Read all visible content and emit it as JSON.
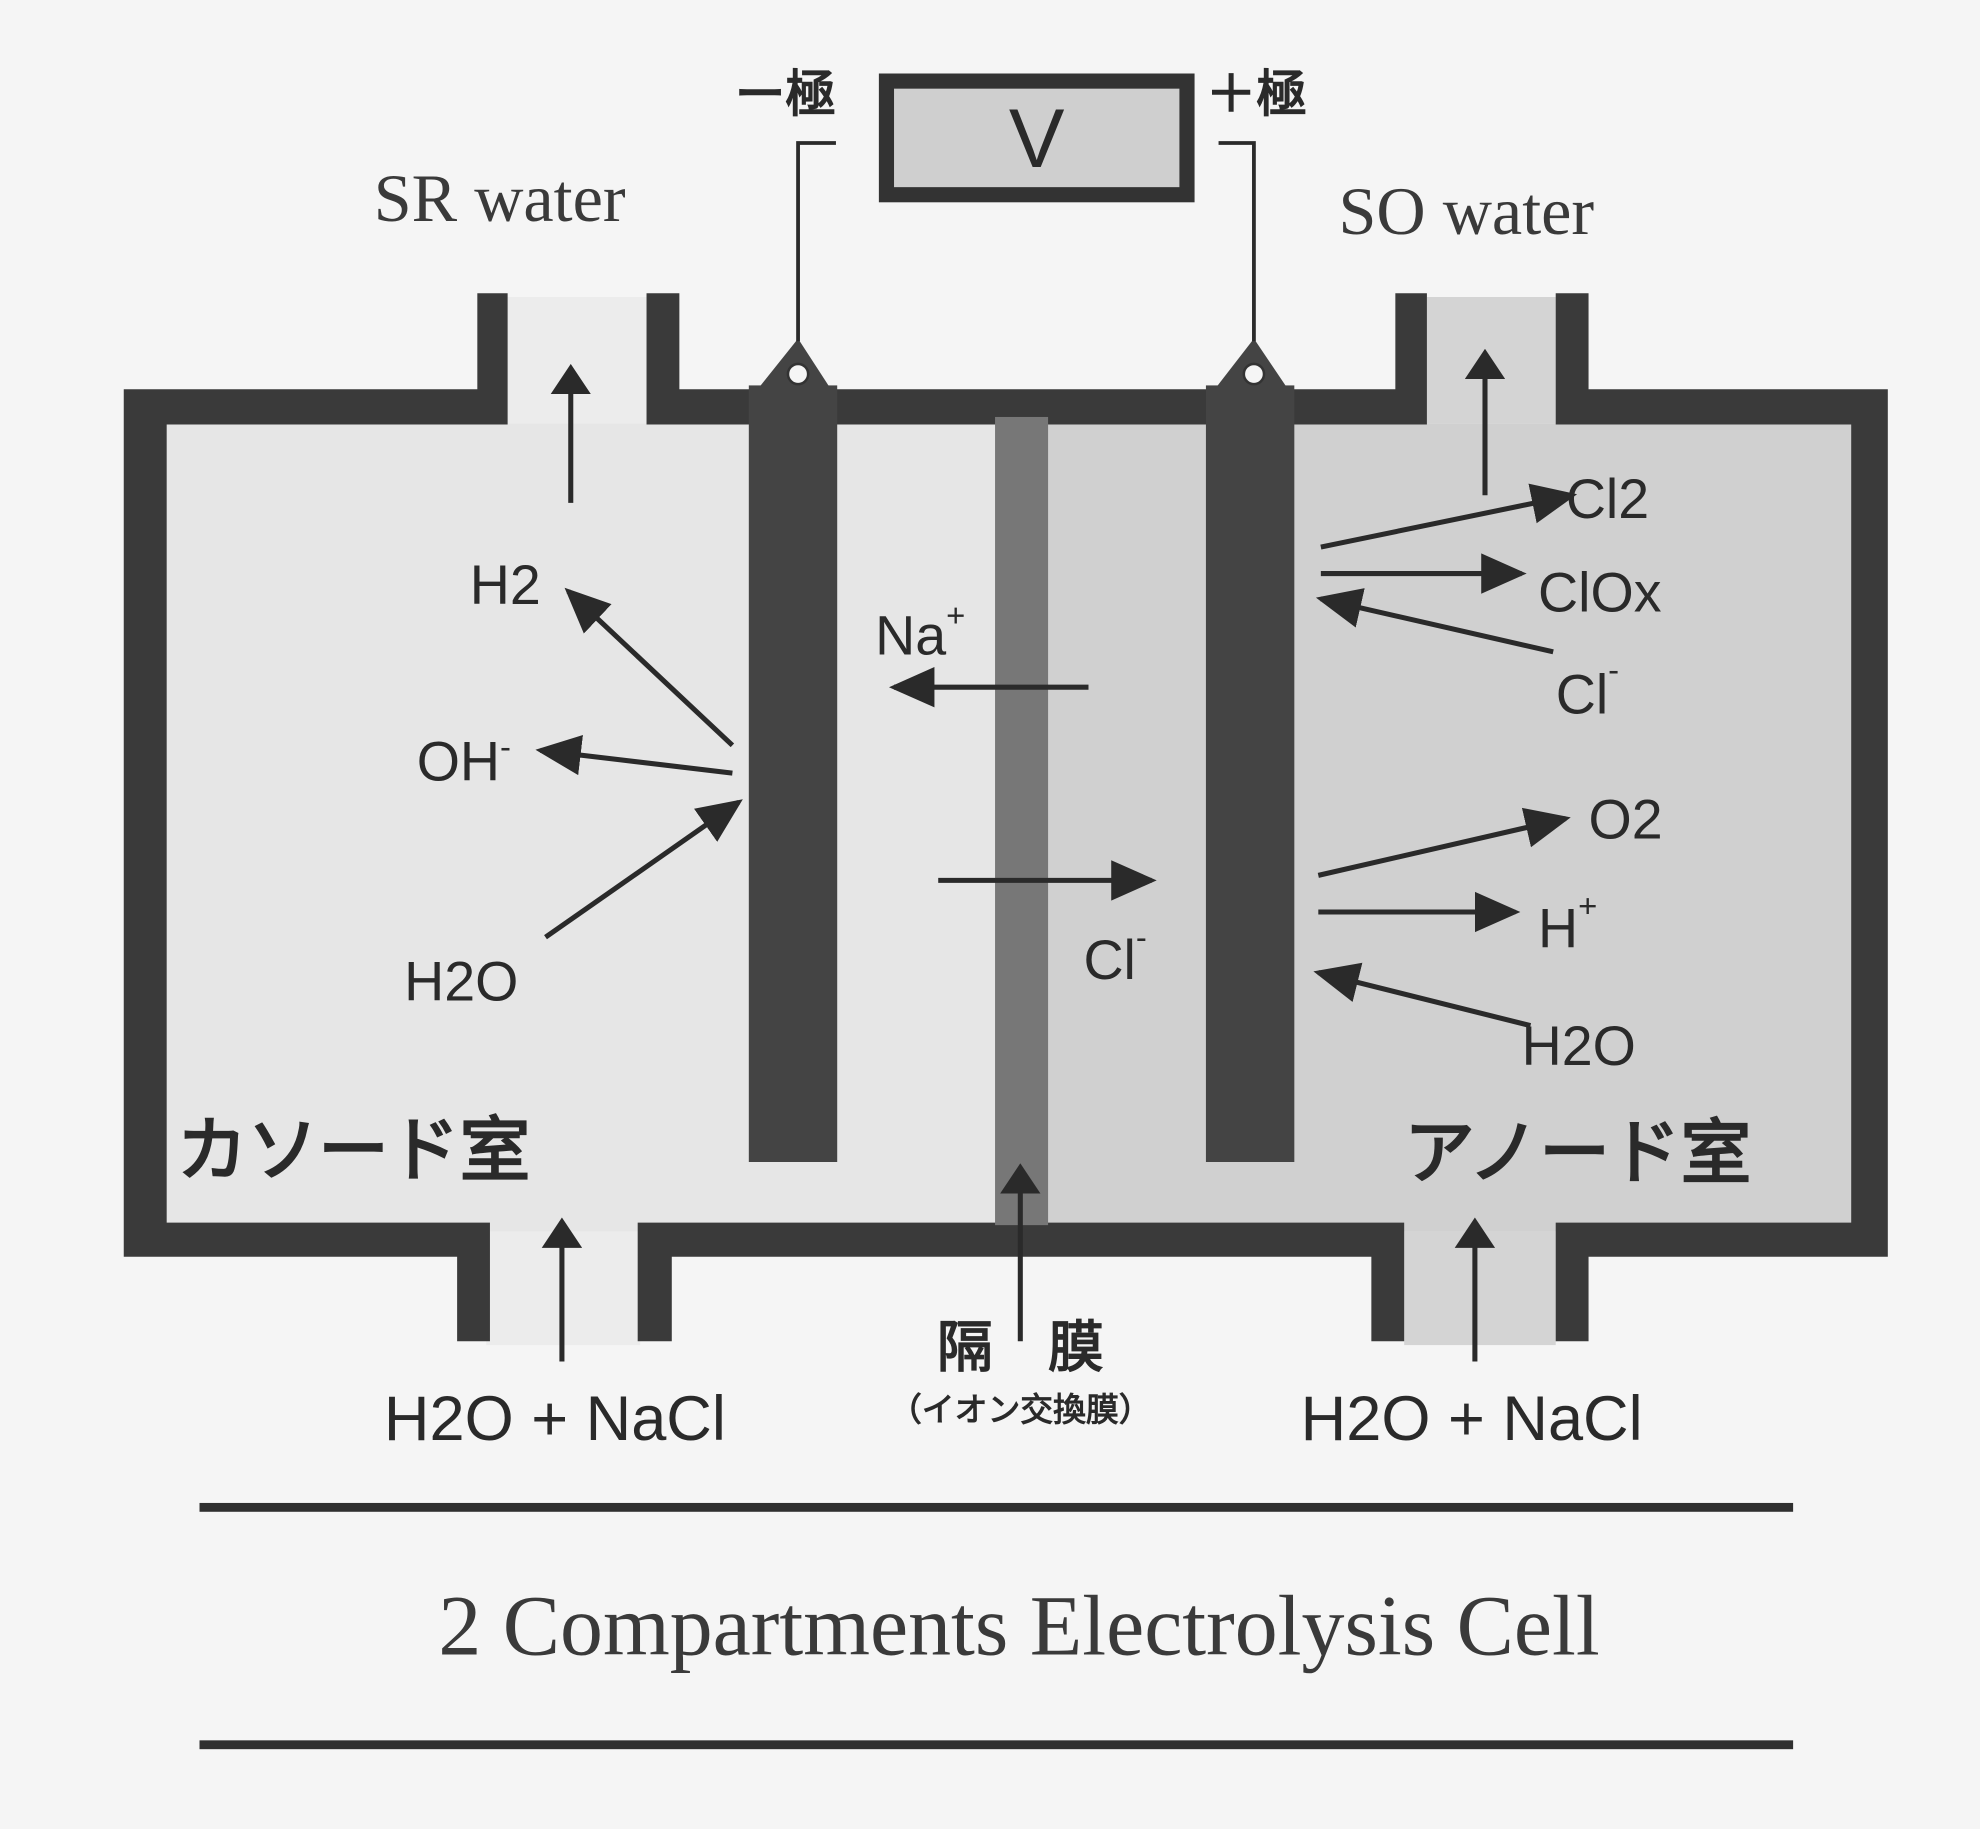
{
  "diagram": {
    "title": "2 Compartments Electrolysis Cell",
    "voltmeter": {
      "label": "V",
      "negative_label": "ー極",
      "positive_label": "＋極"
    },
    "outlets": {
      "left": "SR water",
      "right": "SO water"
    },
    "inlets": {
      "left": "H2O + NaCl",
      "right": "H2O + NaCl"
    },
    "membrane": {
      "label": "隔　膜",
      "sublabel": "（イオン交換膜）"
    },
    "chambers": {
      "cathode": "カソード室",
      "anode": "アノード室"
    },
    "cathode_species": {
      "h2": "H2",
      "oh": "OH",
      "oh_sup": "-",
      "h2o": "H2O"
    },
    "membrane_species": {
      "na": "Na",
      "na_sup": "+",
      "cl": "Cl",
      "cl_sup": "-"
    },
    "anode_species": {
      "cl2": "Cl2",
      "clox": "ClOx",
      "cl": "Cl",
      "cl_sup": "-",
      "o2": "O2",
      "h": "H",
      "h_sup": "+",
      "h2o": "H2O"
    },
    "colors": {
      "wall": "#3a3a3a",
      "electrode": "#444444",
      "membrane": "#777777",
      "cathode_fill": "#e4e4e4",
      "anode_fill": "#d2d2d2"
    }
  }
}
